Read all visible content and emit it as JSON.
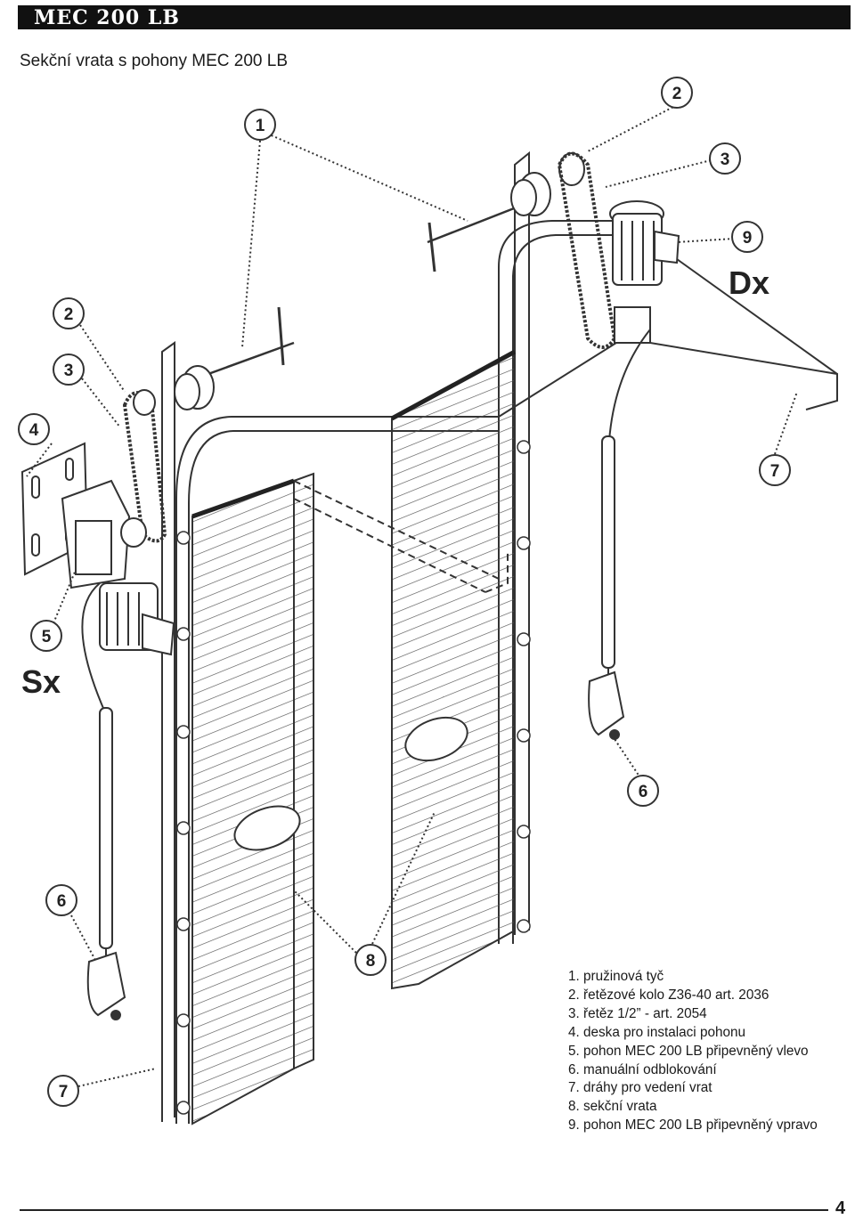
{
  "header": {
    "title": "MEC 200 LB",
    "background": "#111111",
    "text_color": "#ffffff"
  },
  "subtitle": "Sekční vrata s pohony MEC 200 LB",
  "diagram": {
    "side_labels": {
      "left": "Sx",
      "right": "Dx"
    },
    "callouts": [
      "1",
      "2",
      "3",
      "4",
      "5",
      "6",
      "7",
      "8",
      "9",
      "2",
      "3",
      "6",
      "7"
    ]
  },
  "legend": [
    "1. pružinová tyč",
    "2. řetězové kolo Z36-40 art. 2036",
    "3. řetěz 1/2” - art. 2054",
    "4. deska pro instalaci pohonu",
    "5. pohon MEC 200 LB připevněný vlevo",
    "6. manuální odblokování",
    "7. dráhy pro vedení vrat",
    "8. sekční vrata",
    "9. pohon MEC 200 LB připevněný vpravo"
  ],
  "footer": {
    "page_number": "4"
  }
}
